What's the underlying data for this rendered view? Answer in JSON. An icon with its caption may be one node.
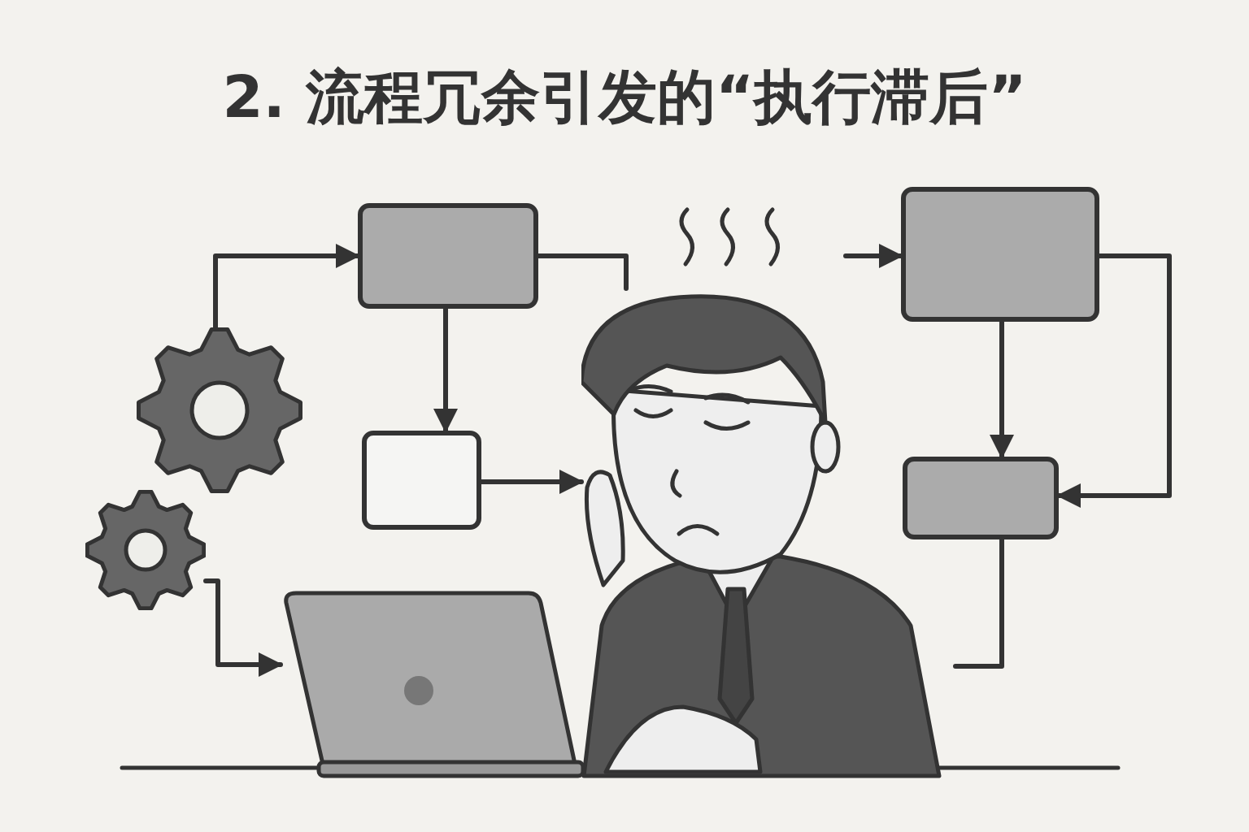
{
  "diagram": {
    "title": "2. 流程冗余引发的“执行滞后”",
    "nodes": [
      {
        "text": [],
        "shape": "gear"
      },
      {
        "text": [],
        "shape": "box"
      },
      {
        "text": [],
        "shape": "box"
      },
      {
        "text": [],
        "shape": "gear"
      },
      {
        "text": [],
        "shape": "laptop"
      },
      {
        "text": [],
        "shape": "person"
      },
      {
        "text": [],
        "shape": "box"
      },
      {
        "text": [],
        "shape": "box"
      }
    ],
    "edges": [
      {
        "from": 0,
        "to": 1,
        "arrow": "to"
      },
      {
        "from": 1,
        "to": 5,
        "arrow": "none"
      },
      {
        "from": 1,
        "to": 2,
        "arrow": "to"
      },
      {
        "from": 2,
        "to": 5,
        "arrow": "to"
      },
      {
        "from": 3,
        "to": 4,
        "arrow": "to"
      },
      {
        "from": null,
        "to": 6,
        "arrow": "to"
      },
      {
        "from": 6,
        "to": 7,
        "arrow": "to"
      },
      {
        "from": 6,
        "to": 7,
        "arrow": "to"
      },
      {
        "from": 7,
        "to": null,
        "arrow": "none"
      }
    ]
  }
}
